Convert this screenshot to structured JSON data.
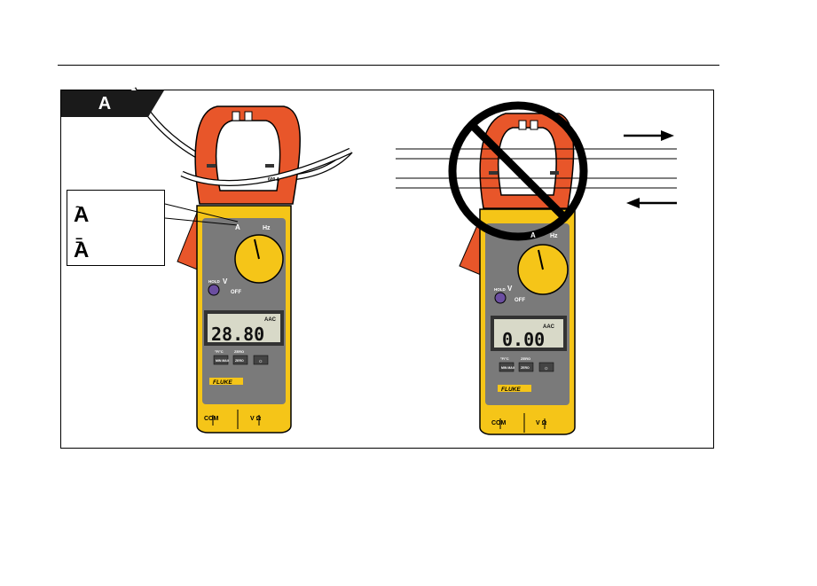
{
  "figure_tag": "A",
  "legend": {
    "ac_symbol": "A",
    "ac_mark": "~",
    "dc_symbol": "A",
    "dc_mark": "="
  },
  "meter_left": {
    "display_value": "28.80",
    "display_unit": "AAC",
    "brand": "FLUKE",
    "dial_labels": [
      "A",
      "Hz",
      "V",
      "OFF"
    ],
    "hold_label": "HOLD",
    "zero_label": "ZERO",
    "temp_label": "°F/°C",
    "button_labels": [
      "MIN MAX",
      "ZERO",
      "☼"
    ],
    "jack_labels": [
      "COM",
      "V Ω"
    ],
    "jaw_label": "600 A"
  },
  "meter_right": {
    "display_value": "0.00",
    "display_unit": "AAC",
    "brand": "FLUKE",
    "dial_labels": [
      "A",
      "Hz",
      "V",
      "OFF"
    ],
    "hold_label": "HOLD",
    "zero_label": "ZERO",
    "temp_label": "°F/°C",
    "button_labels": [
      "MIN MAX",
      "ZERO",
      "☼"
    ],
    "jack_labels": [
      "COM",
      "V Ω"
    ]
  },
  "colors": {
    "jaw": "#e8562a",
    "body": "#f5c518",
    "panel": "#7a7a7a",
    "lcd": "#d8d9c8",
    "hold_button": "#6b4ea0",
    "prohibition": "#000000"
  }
}
